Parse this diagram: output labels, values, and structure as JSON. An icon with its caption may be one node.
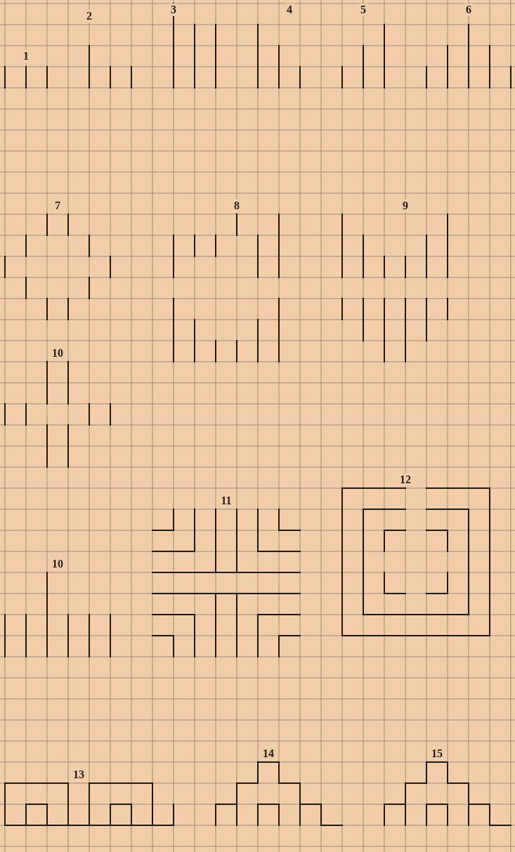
{
  "diagram": {
    "labels": [
      "1",
      "2",
      "3",
      "4",
      "5",
      "6",
      "7",
      "8",
      "9",
      "10",
      "12",
      "11",
      "10",
      "13",
      "14",
      "15"
    ]
  }
}
